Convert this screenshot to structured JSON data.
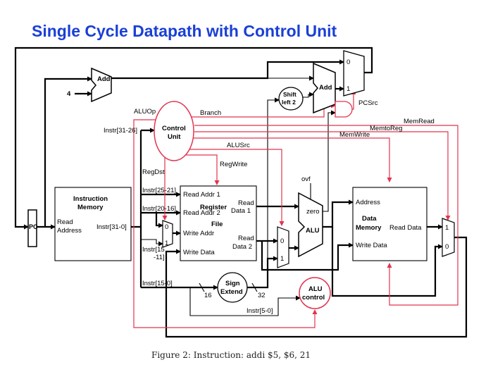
{
  "title": "Single Cycle Datapath with Control Unit",
  "caption": "Figure 2: Instruction: addi $5, $6, 21",
  "pc": "PC",
  "adder_pc": {
    "label": "Add",
    "constant": "4"
  },
  "adder_branch": {
    "label": "Add"
  },
  "shift_left": {
    "line1": "Shift",
    "line2": "left 2"
  },
  "pcsrc_mux": {
    "in0": "0",
    "in1": "1",
    "signal": "PCSrc"
  },
  "control_unit": {
    "line1": "Control",
    "line2": "Unit"
  },
  "control_signals": {
    "aluop": "ALUOp",
    "branch": "Branch",
    "memread": "MemRead",
    "memtoreg": "MemtoReg",
    "memwrite": "MemWrite",
    "alusrc": "ALUSrc",
    "regwrite": "RegWrite",
    "regdst": "RegDst"
  },
  "instruction_fields": {
    "opcode": "Instr[31-26]",
    "rs": "Instr[25-21]",
    "rt": "Instr[20-16]",
    "rd_line1": "Instr[15",
    "rd_line2": "-11]",
    "imm": "Instr[15-0]",
    "funct": "Instr[5-0]"
  },
  "instruction_memory": {
    "title_line1": "Instruction",
    "title_line2": "Memory",
    "read": "Read",
    "address": "Address",
    "output": "Instr[31-0]"
  },
  "register_file": {
    "read_addr1": "Read Addr 1",
    "read_addr2": "Read Addr 2",
    "title_line1": "Register",
    "title_line2": "File",
    "write_addr": "Write Addr",
    "write_data": "Write Data",
    "read_data1_line1": "Read",
    "read_data1_line2": "Data 1",
    "read_data2_line1": "Read",
    "read_data2_line2": "Data 2"
  },
  "regdst_mux": {
    "in0": "0",
    "in1": "1"
  },
  "alusrc_mux": {
    "in0": "0",
    "in1": "1"
  },
  "alu": {
    "label": "ALU",
    "zero": "zero",
    "overflow": "ovf"
  },
  "sign_extend": {
    "line1": "Sign",
    "line2": "Extend",
    "in_bits": "16",
    "out_bits": "32"
  },
  "alu_control": {
    "line1": "ALU",
    "line2": "control"
  },
  "data_memory": {
    "address": "Address",
    "title_line1": "Data",
    "title_line2": "Memory",
    "read_data": "Read Data",
    "write_data": "Write Data"
  },
  "memtoreg_mux": {
    "in1": "1",
    "in0": "0"
  }
}
